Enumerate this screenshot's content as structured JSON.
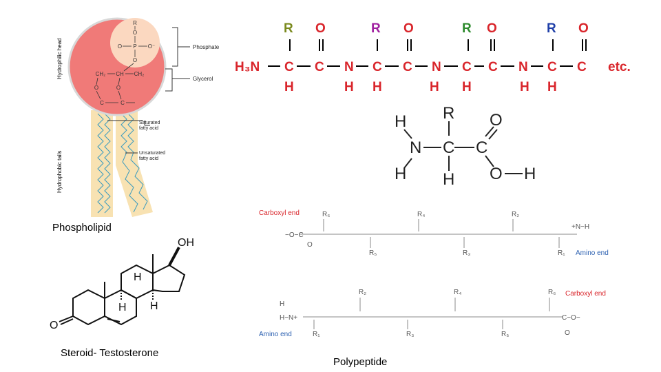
{
  "phospholipid": {
    "caption": "Phospholipid",
    "side_head": "Hydrophilic head",
    "side_tails": "Hydrophobic tails",
    "label_phosphate": "Phosphate",
    "label_glycerol": "Glycerol",
    "label_saturated": "Saturated\nfatty acid",
    "label_unsaturated": "Unsaturated\nfatty acid",
    "head_atoms": {
      "R": "R",
      "O": "O",
      "P": "P",
      "O_minus": "O⁻",
      "CH2": "CH₂",
      "CH": "CH",
      "C": "C"
    }
  },
  "peptide_chain": {
    "prefix": "H₃N",
    "suffix": "etc.",
    "residue_colors": [
      "#7a8a1e",
      "#a020a0",
      "#2e8b2e",
      "#1f3fa8"
    ],
    "atom_R": "R",
    "atom_O": "O",
    "atom_C": "C",
    "atom_N": "N",
    "atom_H": "H"
  },
  "amino_acid": {
    "H": "H",
    "N": "N",
    "C": "C",
    "R": "R",
    "O": "O"
  },
  "polypeptide": {
    "caption": "Polypeptide",
    "top": {
      "left_label": "Carboxyl end",
      "right_label": "Amino end",
      "r_top": [
        "R₆",
        "R₄",
        "R₂"
      ],
      "r_bottom": [
        "R₅",
        "R₃",
        "R₁"
      ]
    },
    "bottom": {
      "left_label": "Amino end",
      "right_label": "Carboxyl end",
      "r_top": [
        "R₂",
        "R₄",
        "R₆"
      ],
      "r_bottom": [
        "R₁",
        "R₃",
        "R₅"
      ]
    }
  },
  "steroid": {
    "caption": "Steroid- Testosterone",
    "OH": "OH",
    "O": "O",
    "H": "H"
  }
}
